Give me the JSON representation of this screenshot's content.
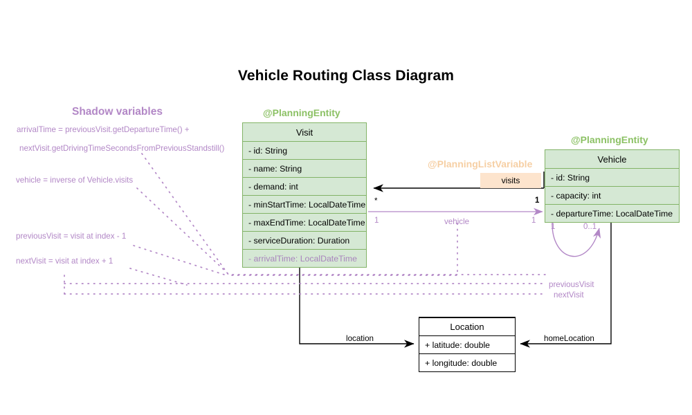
{
  "title": "Vehicle Routing Class Diagram",
  "colors": {
    "entity_green_text": "#8cc165",
    "entity_box_fill": "#d5e8d4",
    "entity_box_border": "#82b366",
    "shadow_purple": "#b287c6",
    "listvar_peach_text": "#f6cfa4",
    "badge_fill": "#fde4cd",
    "plain_black": "#000000"
  },
  "shadow_panel": {
    "title": "Shadow variables",
    "lines": [
      "arrivalTime = previousVisit.getDepartureTime() +",
      "nextVisit.getDrivingTimeSecondsFromPreviousStandstill()",
      "vehicle = inverse of Vehicle.visits",
      "previousVisit = visit at index - 1",
      "nextVisit = visit at index + 1"
    ]
  },
  "classes": {
    "visit": {
      "stereotype": "@PlanningEntity",
      "name": "Visit",
      "fields": [
        {
          "text": "- id: String",
          "shadow": false
        },
        {
          "text": "- name: String",
          "shadow": false
        },
        {
          "text": "- demand: int",
          "shadow": false
        },
        {
          "text": "- minStartTime: LocalDateTime",
          "shadow": false
        },
        {
          "text": "- maxEndTime: LocalDateTime",
          "shadow": false
        },
        {
          "text": "- serviceDuration: Duration",
          "shadow": false
        },
        {
          "text": "- arrivalTime: LocalDateTime",
          "shadow": true
        }
      ]
    },
    "vehicle": {
      "stereotype": "@PlanningEntity",
      "name": "Vehicle",
      "fields": [
        {
          "text": "- id: String",
          "shadow": false
        },
        {
          "text": "- capacity: int",
          "shadow": false
        },
        {
          "text": "- departureTime: LocalDateTime",
          "shadow": false
        }
      ]
    },
    "location": {
      "name": "Location",
      "fields": [
        {
          "text": "+ latitude: double",
          "shadow": false
        },
        {
          "text": "+ longitude: double",
          "shadow": false
        }
      ]
    }
  },
  "associations": {
    "visits": {
      "stereotype": "@PlanningListVariable",
      "badge_label": "visits",
      "source_mult": "1",
      "target_mult": "*"
    },
    "vehicle": {
      "label": "vehicle",
      "source_mult": "1",
      "target_mult": "1"
    },
    "previous_next": {
      "previous_label": "previousVisit",
      "next_label": "nextVisit",
      "mult_one": "1",
      "mult_zero_one": "0..1"
    },
    "location": {
      "label": "location"
    },
    "home_location": {
      "label": "homeLocation"
    }
  }
}
